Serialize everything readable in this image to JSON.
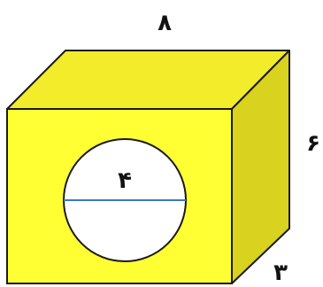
{
  "colors": {
    "face_front": "#ffff33",
    "face_top": "#f2ec2a",
    "face_side": "#d9d21f",
    "edge": "#1a1a1a",
    "hole_fill": "#ffffff",
    "diameter_line": "#3b78c2",
    "label_text": "#111111"
  },
  "labels": {
    "top_length": "۸",
    "side_height": "۶",
    "bottom_depth": "۳",
    "circle_diameter": "۴"
  }
}
